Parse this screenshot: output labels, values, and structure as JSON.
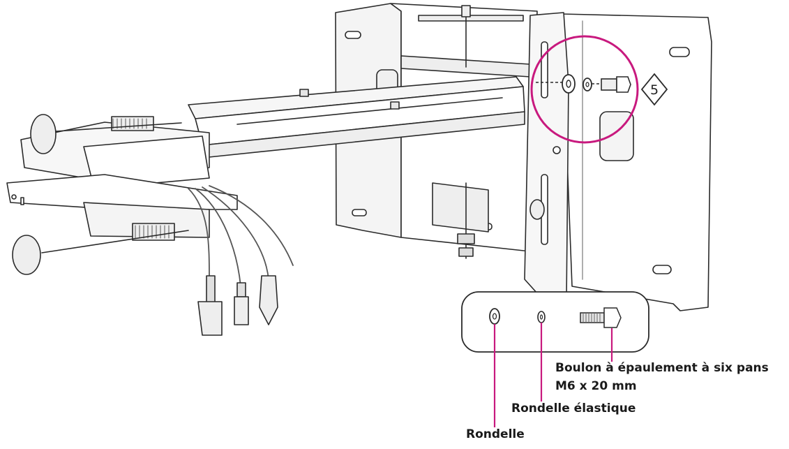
{
  "step_number": "5",
  "parts": {
    "bolt_name": "Boulon à épaulement à six pans",
    "bolt_size": "M6 x 20 mm",
    "spring_washer": "Rondelle élastique",
    "washer": "Rondelle"
  },
  "colors": {
    "callout": "#c8197e",
    "line": "#2a2a2a",
    "fill": "#ffffff",
    "shade": "#ececec"
  }
}
